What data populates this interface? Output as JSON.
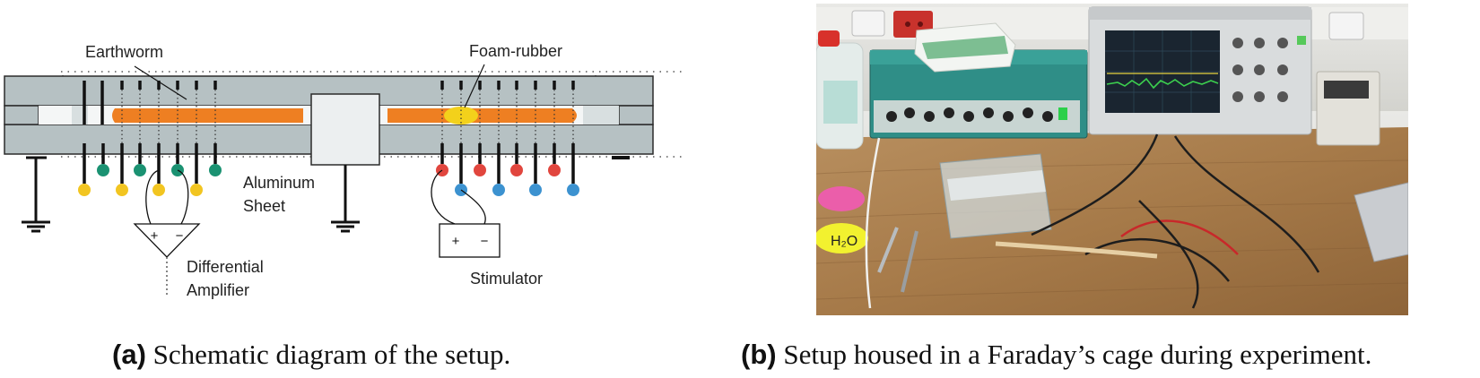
{
  "panel_a": {
    "labels": {
      "earthworm": "Earthworm",
      "foam_rubber": "Foam-rubber",
      "aluminum_line1": "Aluminum",
      "aluminum_line2": "Sheet",
      "differential_line1": "Differential",
      "differential_line2": "Amplifier",
      "stimulator": "Stimulator",
      "amp_plus": "+",
      "amp_minus": "−",
      "stim_plus": "+",
      "stim_minus": "−"
    },
    "colors": {
      "chamber": "#b6c1c3",
      "earthworm": "#ee7f22",
      "foam_rubber": "#f3d11b",
      "recording_electrode": "#f2c521",
      "ground_electrode": "#1b9272",
      "stim_positive": "#e1463e",
      "stim_negative": "#3c92d0"
    }
  },
  "panel_b": {
    "photo_labels": {
      "petri_note": "H₂O"
    }
  },
  "captions": {
    "a_tag": "(a)",
    "a_text": "Schematic diagram of the setup.",
    "b_tag": "(b)",
    "b_text": "Setup housed in a Faraday’s cage during experiment."
  }
}
